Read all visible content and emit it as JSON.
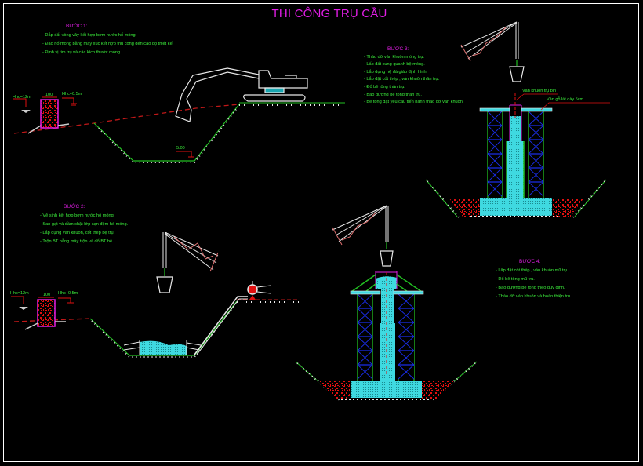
{
  "title": "THI CÔNG TRỤ CẦU",
  "colors": {
    "background": "#000000",
    "title": "#e21ee6",
    "text": "#3cf03c",
    "concrete": "#3fd9e0",
    "soil": "#e01010",
    "scaffold_green": "#22c022",
    "scaffold_blue": "#1a2ee8",
    "line_white": "#e8e8e8",
    "crane_red": "#e07070"
  },
  "steps": [
    {
      "heading": "BƯỚC 1:",
      "items": [
        "- Đắp đất vòng vây kết hợp bơm nước hố móng.",
        "- Đào hố móng bằng máy xúc kết hợp thủ công đến cao độ thiết kế.",
        "- Định vị tim trụ và các kích thước móng."
      ]
    },
    {
      "heading": "BƯỚC 2:",
      "items": [
        "- Vệ sinh kết hợp bơm nước hố móng.",
        "- San gạt và đầm chặt lớp sạn đệm hố móng.",
        "- Lắp dựng ván khuôn, cốt thép bệ trụ.",
        "- Trộn BT bằng máy trộn và đổ BT bệ."
      ]
    },
    {
      "heading": "BƯỚC 3:",
      "items": [
        "- Tháo dỡ ván khuôn móng trụ.",
        "- Lấp đất xung quanh bệ móng.",
        "- Lắp dựng hệ đà giáo định hình.",
        "- Lắp đặt cốt thép , ván khuôn thân trụ.",
        "- Đổ bê tông thân trụ.",
        "- Bảo dưỡng bê tông thân trụ.",
        "- Bê tông đạt yêu cầu tiến hành tháo dỡ ván khuôn."
      ]
    },
    {
      "heading": "BƯỚC 4:",
      "items": [
        "- Lắp đặt cốt thép , ván khuôn mũ trụ.",
        "- Đổ bê tông mũ trụ.",
        "- Bảo dưỡng bê tông theo quy định.",
        "- Tháo dỡ ván khuôn và hoàn thiện trụ."
      ]
    }
  ],
  "annotations": {
    "step1_water_level": "Hhc=12m",
    "step1_dyke_width": "100",
    "step1_dyke_top": "Hhc+0.5m",
    "step1_depth": "5.00",
    "step2_water_level": "Hhc=12m",
    "step2_dyke_width": "100",
    "step2_dyke_top": "Hhc+0.5m",
    "step3_formwork_label": "Ván khuôn trụ bin",
    "step3_plank_label": "Ván gỗ lát dày 5cm"
  }
}
